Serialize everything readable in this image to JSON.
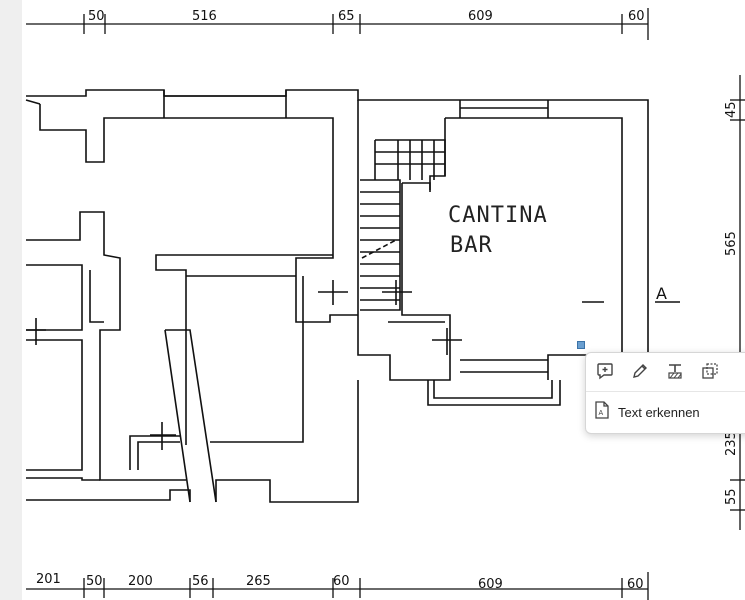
{
  "plan": {
    "room_label_line1": "CANTINA",
    "room_label_line2": "BAR",
    "section_marker": "A",
    "top_dimensions": [
      "50",
      "516",
      "65",
      "609",
      "60"
    ],
    "right_dimensions": [
      "45",
      "565",
      "235",
      "55"
    ],
    "bottom_dimensions": [
      "201",
      "50",
      "200",
      "56",
      "265",
      "60",
      "609",
      "60"
    ]
  },
  "popup": {
    "icons": [
      "add-comment-icon",
      "pen-icon",
      "text-strikeout-icon",
      "area-select-icon"
    ],
    "recognize_label": "Text erkennen",
    "recognize_icon": "text-document-icon"
  }
}
